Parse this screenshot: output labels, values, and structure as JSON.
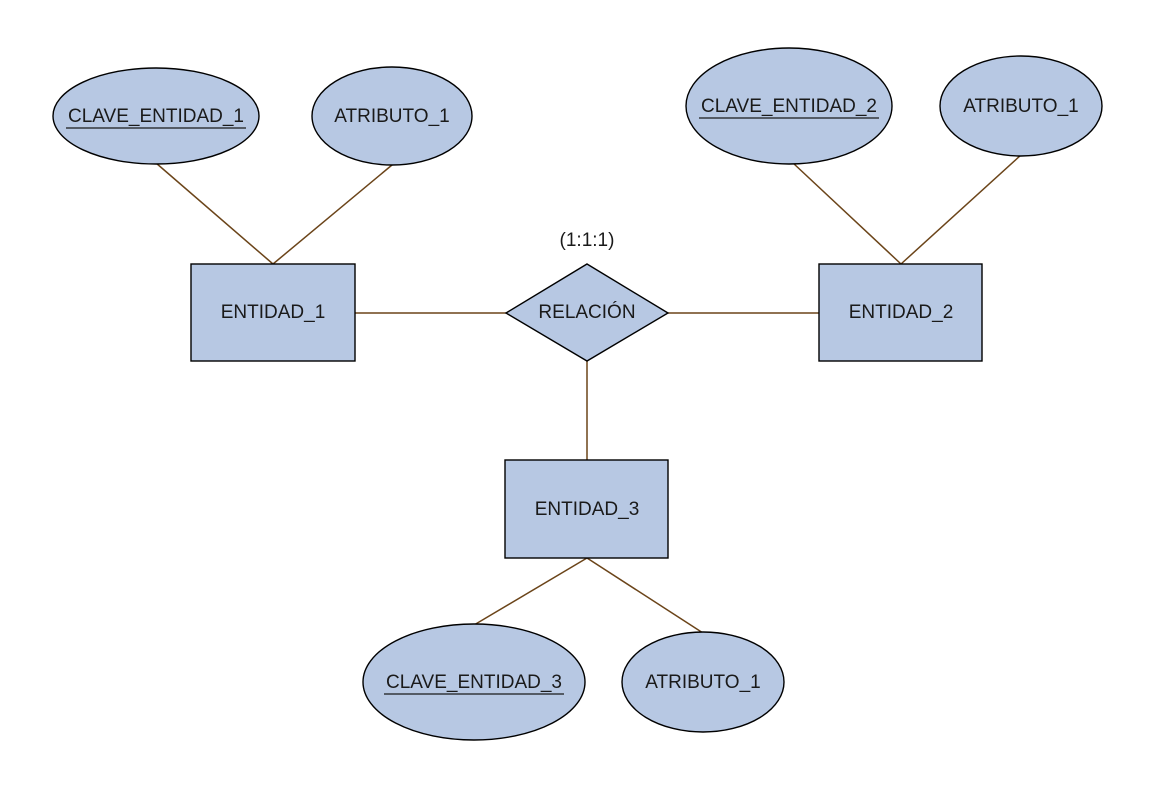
{
  "colors": {
    "shape_fill": "#b7c8e3",
    "shape_stroke": "#000000",
    "connector": "#6b4419",
    "text": "#1a1a1a",
    "background": "#ffffff"
  },
  "cardinality": "(1:1:1)",
  "relationship": {
    "label": "RELACIÓN"
  },
  "entities": {
    "e1": {
      "label": "ENTIDAD_1",
      "key": "CLAVE_ENTIDAD_1",
      "attribute": "ATRIBUTO_1"
    },
    "e2": {
      "label": "ENTIDAD_2",
      "key": "CLAVE_ENTIDAD_2",
      "attribute": "ATRIBUTO_1"
    },
    "e3": {
      "label": "ENTIDAD_3",
      "key": "CLAVE_ENTIDAD_3",
      "attribute": "ATRIBUTO_1"
    }
  }
}
